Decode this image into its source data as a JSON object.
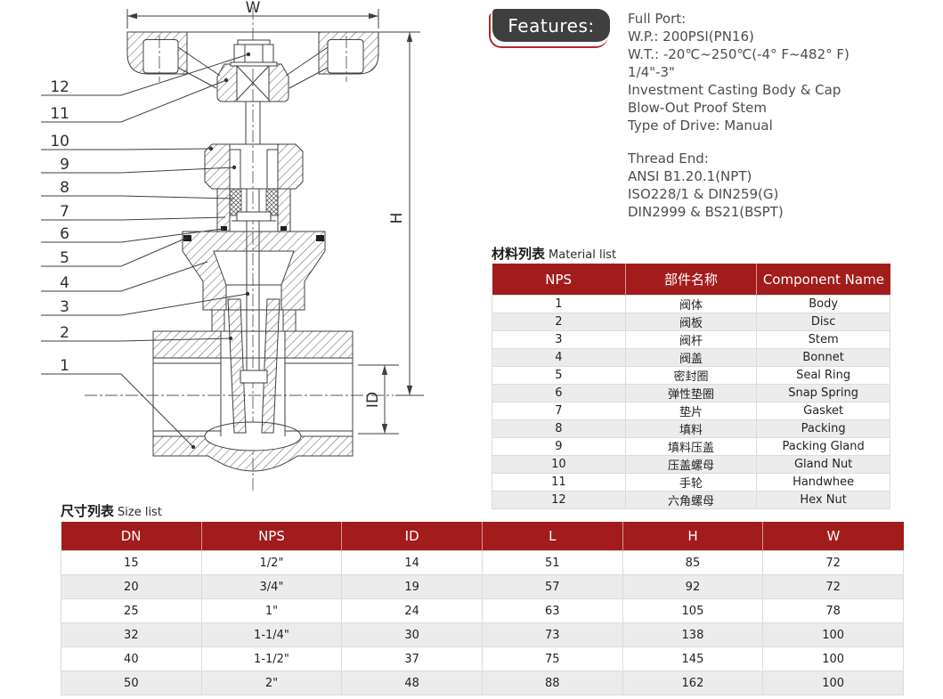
{
  "features": {
    "badge_label": "Features:",
    "lines": [
      "Full Port:",
      "W.P.: 200PSI(PN16)",
      "W.T.: -20℃~250℃(-4° F~482° F)",
      "1/4\"-3\"",
      "Investment Casting Body & Cap",
      "Blow-Out Proof Stem",
      "Type of Drive: Manual",
      "",
      "Thread End:",
      "ANSI B1.20.1(NPT)",
      "ISO228/1 & DIN259(G)",
      "DIN2999 & BS21(BSPT)"
    ]
  },
  "diagram": {
    "dimension_labels": {
      "width": "W",
      "height": "H",
      "inner_diameter": "ID"
    },
    "callouts": [
      "12",
      "11",
      "10",
      "9",
      "8",
      "7",
      "6",
      "5",
      "4",
      "3",
      "2",
      "1"
    ]
  },
  "material_list": {
    "title_zh": "材料列表",
    "title_en": "Material list",
    "headers": [
      "NPS",
      "部件名称",
      "Component Name"
    ],
    "rows": [
      [
        "1",
        "阀体",
        "Body"
      ],
      [
        "2",
        "阀板",
        "Disc"
      ],
      [
        "3",
        "阀杆",
        "Stem"
      ],
      [
        "4",
        "阀盖",
        "Bonnet"
      ],
      [
        "5",
        "密封圈",
        "Seal Ring"
      ],
      [
        "6",
        "弹性垫圈",
        "Snap Spring"
      ],
      [
        "7",
        "垫片",
        "Gasket"
      ],
      [
        "8",
        "填料",
        "Packing"
      ],
      [
        "9",
        "填料压盖",
        "Packing Gland"
      ],
      [
        "10",
        "压盖螺母",
        "Gland Nut"
      ],
      [
        "11",
        "手轮",
        "Handwhee"
      ],
      [
        "12",
        "六角螺母",
        "Hex Nut"
      ]
    ]
  },
  "size_list": {
    "title_zh": "尺寸列表",
    "title_en": "Size list",
    "headers": [
      "DN",
      "NPS",
      "ID",
      "L",
      "H",
      "W"
    ],
    "rows": [
      [
        "15",
        "1/2\"",
        "14",
        "51",
        "85",
        "72"
      ],
      [
        "20",
        "3/4\"",
        "19",
        "57",
        "92",
        "72"
      ],
      [
        "25",
        "1\"",
        "24",
        "63",
        "105",
        "78"
      ],
      [
        "32",
        "1-1/4\"",
        "30",
        "73",
        "138",
        "100"
      ],
      [
        "40",
        "1-1/2\"",
        "37",
        "75",
        "145",
        "100"
      ],
      [
        "50",
        "2\"",
        "48",
        "88",
        "162",
        "100"
      ]
    ]
  },
  "colors": {
    "table_header_bg": "#a31c1c",
    "row_alt": "#ececec",
    "badge_bg": "#3f3f3f",
    "badge_accent": "#b02a2a"
  }
}
